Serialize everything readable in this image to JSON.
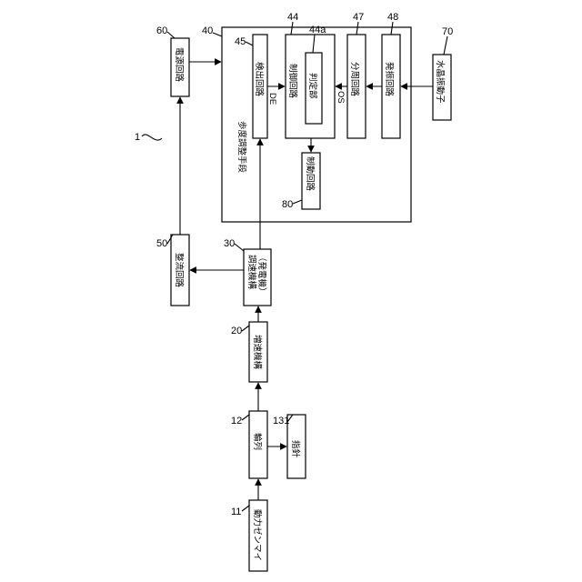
{
  "reference": "1",
  "blocks": {
    "mainspring": {
      "ref": "11",
      "label": "動力ゼンマイ"
    },
    "wheel_train": {
      "ref": "12",
      "label": "輪列"
    },
    "hand": {
      "ref": "131",
      "label": "指針"
    },
    "speedup": {
      "ref": "20",
      "label": "増速機構"
    },
    "governor": {
      "ref": "30",
      "label": "調速機構",
      "sublabel": "（発電機）"
    },
    "rectifier": {
      "ref": "50",
      "label": "整流回路"
    },
    "power": {
      "ref": "60",
      "label": "電源回路"
    },
    "rate_adjust": {
      "ref": "40",
      "label": "歩度調整手段"
    },
    "detector": {
      "ref": "45",
      "label": "検出回路"
    },
    "control": {
      "ref": "44",
      "label": "制御回路"
    },
    "judge": {
      "ref": "44a",
      "label": "判定部"
    },
    "divider": {
      "ref": "47",
      "label": "分周回路"
    },
    "oscillator": {
      "ref": "48",
      "label": "発振回路"
    },
    "crystal": {
      "ref": "70",
      "label": "水晶振動子"
    },
    "brake": {
      "ref": "80",
      "label": "制動回路"
    }
  },
  "signals": {
    "de": "DE",
    "os": "OS"
  }
}
